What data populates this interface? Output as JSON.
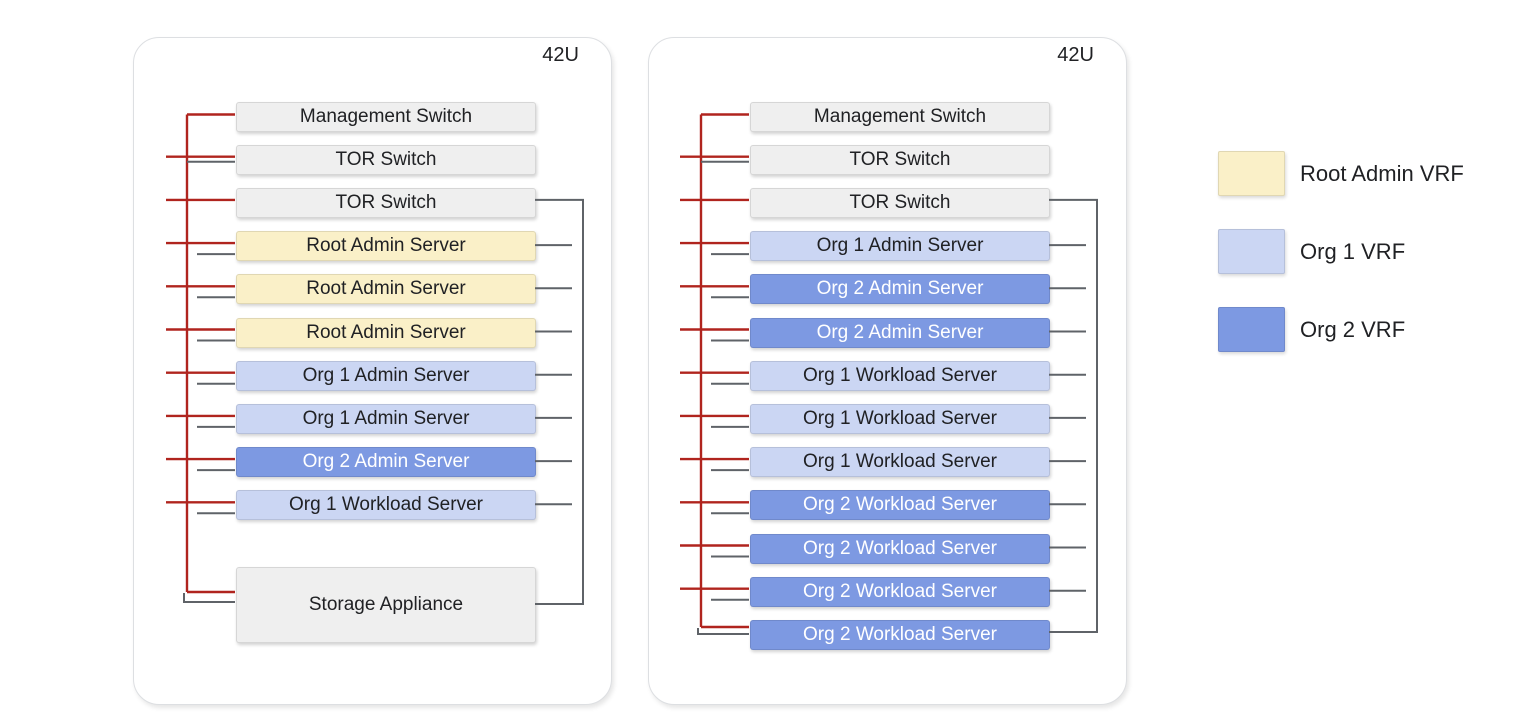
{
  "racks": [
    {
      "label": "42U",
      "units": [
        {
          "label": "Management Switch",
          "vrf": "none"
        },
        {
          "label": "TOR Switch",
          "vrf": "none"
        },
        {
          "label": "TOR Switch",
          "vrf": "none"
        },
        {
          "label": "Root Admin Server",
          "vrf": "root_admin"
        },
        {
          "label": "Root Admin Server",
          "vrf": "root_admin"
        },
        {
          "label": "Root Admin Server",
          "vrf": "root_admin"
        },
        {
          "label": "Org 1 Admin Server",
          "vrf": "org1"
        },
        {
          "label": "Org 1 Admin Server",
          "vrf": "org1"
        },
        {
          "label": "Org 2 Admin Server",
          "vrf": "org2"
        },
        {
          "label": "Org 1 Workload Server",
          "vrf": "org1"
        },
        {
          "label": "Storage Appliance",
          "vrf": "none",
          "tall": true
        }
      ]
    },
    {
      "label": "42U",
      "units": [
        {
          "label": "Management Switch",
          "vrf": "none"
        },
        {
          "label": "TOR Switch",
          "vrf": "none"
        },
        {
          "label": "TOR Switch",
          "vrf": "none"
        },
        {
          "label": "Org 1 Admin Server",
          "vrf": "org1"
        },
        {
          "label": "Org 2 Admin Server",
          "vrf": "org2"
        },
        {
          "label": "Org 2 Admin Server",
          "vrf": "org2"
        },
        {
          "label": "Org 1 Workload Server",
          "vrf": "org1"
        },
        {
          "label": "Org 1 Workload Server",
          "vrf": "org1"
        },
        {
          "label": "Org 1 Workload Server",
          "vrf": "org1"
        },
        {
          "label": "Org 2 Workload Server",
          "vrf": "org2"
        },
        {
          "label": "Org 2 Workload Server",
          "vrf": "org2"
        },
        {
          "label": "Org 2 Workload Server",
          "vrf": "org2"
        },
        {
          "label": "Org 2 Workload Server",
          "vrf": "org2"
        }
      ]
    }
  ],
  "legend": [
    {
      "label": "Root Admin VRF",
      "vrf": "root_admin"
    },
    {
      "label": "Org 1 VRF",
      "vrf": "org1"
    },
    {
      "label": "Org 2 VRF",
      "vrf": "org2"
    }
  ],
  "colors": {
    "root_admin_vrf": "#FAF0C8",
    "org1_vrf": "#CBD6F3",
    "org2_vrf": "#7D99E2",
    "switch_gray": "#EFEFEF",
    "line_red": "#B0241E",
    "line_gray": "#5F6368",
    "org2_text": "#FFFFFF",
    "default_text": "#202124"
  }
}
